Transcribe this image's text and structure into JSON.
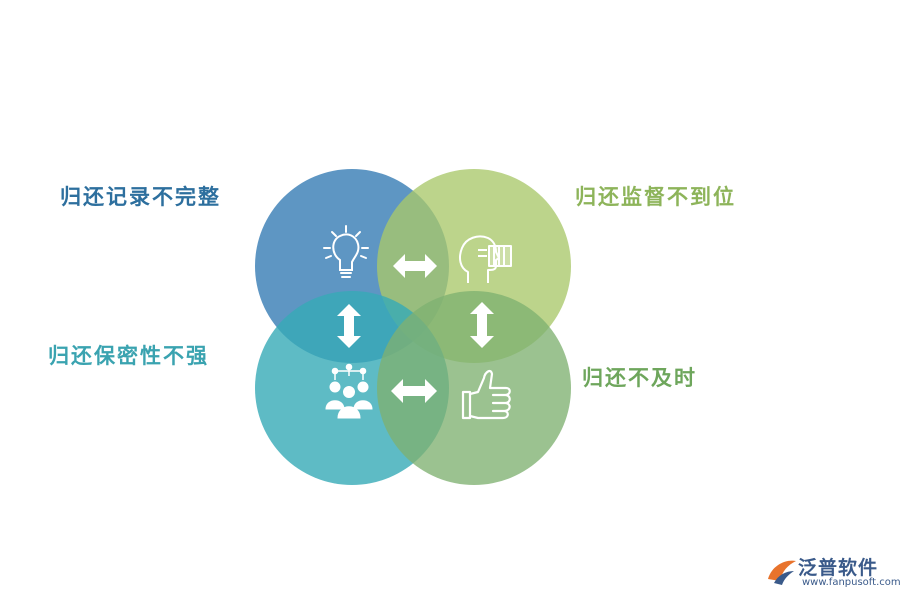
{
  "labels": {
    "top_left": "归还记录不完整",
    "top_right": "归还监督不到位",
    "bottom_left": "归还保密性不强",
    "bottom_right": "归还不及时"
  },
  "colors": {
    "circle_top_left": "#3b7fb6",
    "circle_top_right": "#a9c86a",
    "circle_bottom_left": "#36aab7",
    "circle_bottom_right": "#7fb171",
    "label_top_left": "#2d6f9e",
    "label_top_right": "#8db45a",
    "label_bottom_left": "#3aa3b0",
    "label_bottom_right": "#6ea65c"
  },
  "icons": {
    "top_left": "lightbulb-icon",
    "top_right": "head-profile-icon",
    "bottom_left": "team-network-icon",
    "bottom_right": "thumbs-up-icon"
  },
  "logo": {
    "name": "泛普软件",
    "url": "www.fanpusoft.com"
  }
}
